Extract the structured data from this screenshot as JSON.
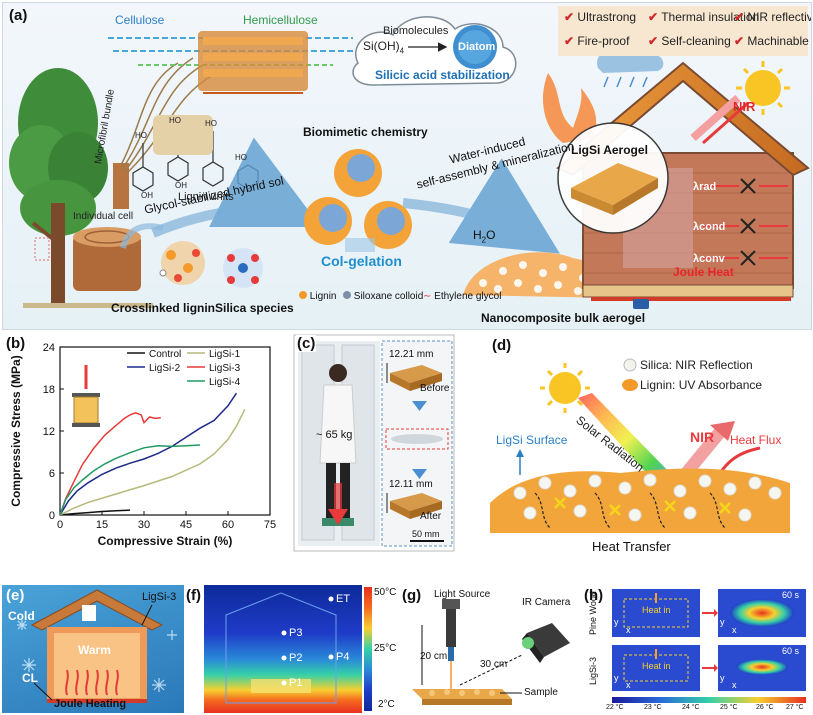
{
  "panel_a": {
    "label": "(a)",
    "cellulose": "Cellulose",
    "hemicellulose": "Hemicellulose",
    "microfibril": "Microfibril bundle",
    "individual_cell": "Individual cell",
    "lignin_units": "Lignin units",
    "biomolecules": "Biomolecules",
    "silicic": "Si(OH)",
    "silicic_sub": "4",
    "diatom": "Diatom",
    "silicic_stab": "Silicic acid stabilization",
    "biomimetic": "Biomimetic chemistry",
    "glycol_sol": "Glycol-stabilized hybrid sol",
    "water_induced": "Water-induced",
    "self_assembly": "self-assembly & mineralization",
    "h2o": "H",
    "h2o_sub": "2",
    "h2o_o": "O",
    "col_gelation": "Col-gelation",
    "crosslinked": "Crosslinked lignin",
    "silica_species": "Silica species",
    "legend_lignin": "Lignin",
    "legend_siloxane": "Siloxane colloid",
    "legend_eg": "Ethylene glycol",
    "bulk_aerogel": "Nanocomposite bulk aerogel",
    "features": [
      "Ultrastrong",
      "Thermal insulation",
      "NIR reflective",
      "Fire-proof",
      "Self-cleaning",
      "Machinable"
    ],
    "nir": "NIR",
    "ligsi_aerogel": "LigSi Aerogel",
    "lambda_rad": "λrad",
    "lambda_cond": "λcond",
    "lambda_conv": "λconv",
    "joule_heat": "Joule Heat",
    "lignin_oh1": "OH",
    "lignin_oh2": "OH",
    "lignin_ho1": "HO",
    "lignin_ho2": "HO",
    "lignin_ho3": "HO",
    "lignin_ho4": "HO"
  },
  "panel_b": {
    "label": "(b)",
    "chart_data": {
      "type": "line",
      "xlabel": "Compressive Strain (%)",
      "ylabel": "Compressive Stress (MPa)",
      "xlim": [
        0,
        75
      ],
      "ylim": [
        0,
        24
      ],
      "xticks": [
        "0",
        "15",
        "30",
        "45",
        "60",
        "75"
      ],
      "yticks": [
        "0",
        "6",
        "12",
        "18",
        "24"
      ],
      "legend": "top-right",
      "series": [
        {
          "name": "Control",
          "color": "#111111",
          "x": [
            0,
            5,
            10,
            15,
            20,
            25
          ],
          "y": [
            0,
            0.2,
            0.35,
            0.5,
            0.6,
            0.7
          ]
        },
        {
          "name": "LigSi-1",
          "color": "#b7b87a",
          "x": [
            0,
            5,
            10,
            20,
            30,
            40,
            50,
            55,
            60,
            63,
            66
          ],
          "y": [
            0,
            1.0,
            1.8,
            3.0,
            4.2,
            5.5,
            7.3,
            8.7,
            10.8,
            12.7,
            15.1
          ]
        },
        {
          "name": "LigSi-2",
          "color": "#1c2a8a",
          "x": [
            0,
            3,
            6,
            10,
            15,
            20,
            25,
            30,
            35,
            40,
            45,
            50,
            55,
            60,
            63
          ],
          "y": [
            0,
            2.0,
            3.4,
            4.6,
            5.8,
            6.7,
            7.4,
            8.0,
            8.8,
            9.8,
            11.1,
            12.4,
            13.5,
            15.6,
            17.4
          ]
        },
        {
          "name": "LigSi-3",
          "color": "#e83a3a",
          "x": [
            0,
            2,
            5,
            8,
            12,
            16,
            20,
            23,
            25,
            27,
            29,
            30,
            32,
            34,
            36
          ],
          "y": [
            0,
            2.3,
            4.8,
            7.2,
            9.5,
            11.4,
            12.8,
            13.8,
            14.3,
            14.6,
            14.3,
            13.2,
            14.0,
            13.8,
            13.9
          ]
        },
        {
          "name": "LigSi-4",
          "color": "#1f9a63",
          "x": [
            0,
            2,
            5,
            8,
            12,
            16,
            20,
            25,
            30,
            35,
            40,
            45,
            50
          ],
          "y": [
            0,
            2.2,
            3.9,
            5.0,
            6.3,
            7.3,
            8.1,
            8.9,
            9.6,
            9.9,
            9.8,
            9.9,
            10.0
          ]
        }
      ]
    }
  },
  "panel_c": {
    "label": "(c)",
    "weight": "~ 65 kg",
    "before_mm": "12.21 mm",
    "before": "Before",
    "after_mm": "12.11 mm",
    "after": "After",
    "scale": "50 mm"
  },
  "panel_d": {
    "label": "(d)",
    "silica": "Silica: NIR Reflection",
    "lignin": "Lignin: UV Absorbance",
    "solar": "Solar Radiation",
    "nir": "NIR",
    "ligsi_surface": "LigSi Surface",
    "heat_flux": "Heat Flux",
    "heat_transfer": "Heat Transfer"
  },
  "panel_e": {
    "label": "(e)",
    "cold": "Cold",
    "ligsi3": "LigSi-3",
    "warm": "Warm",
    "cl": "CL",
    "joule": "Joule Heating"
  },
  "panel_f": {
    "label": "(f)",
    "et": "ET",
    "p1": "P1",
    "p2": "P2",
    "p3": "P3",
    "p4": "P4",
    "scale_top": "50°C",
    "scale_mid": "25°C",
    "scale_bot": "2°C"
  },
  "panel_g": {
    "label": "(g)",
    "light_source": "Light Source",
    "ir_camera": "IR Camera",
    "d20": "20 cm",
    "d30": "30 cm",
    "sample": "Sample"
  },
  "panel_h": {
    "label": "(h)",
    "pine": "Pine Wood",
    "ligsi3": "LigSi-3",
    "heat_in": "Heat in",
    "time": "60 s",
    "axis_y": "y",
    "axis_x": "x",
    "colorbar": [
      "22 °C",
      "23 °C",
      "24 °C",
      "25 °C",
      "26 °C",
      "27 °C"
    ]
  }
}
